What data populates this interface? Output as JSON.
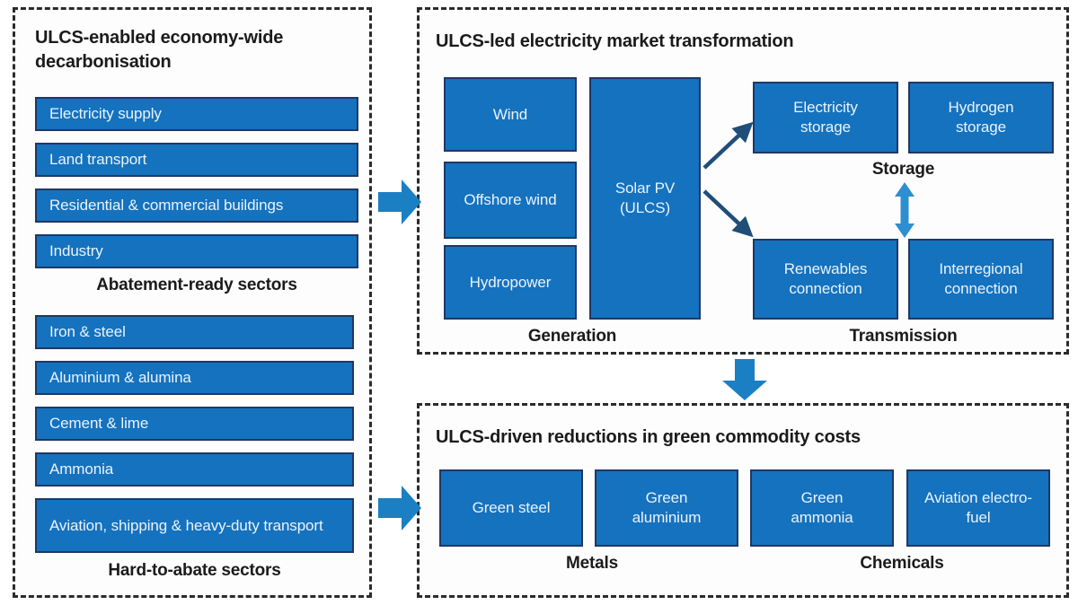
{
  "panels": {
    "left": {
      "title": "ULCS-enabled economy-wide decarbonisation",
      "groups": [
        {
          "caption": "Abatement-ready sectors",
          "items": [
            {
              "label": "Electricity supply"
            },
            {
              "label": "Land transport"
            },
            {
              "label": "Residential & commercial buildings"
            },
            {
              "label": "Industry"
            }
          ]
        },
        {
          "caption": "Hard-to-abate sectors",
          "items": [
            {
              "label": "Iron & steel"
            },
            {
              "label": "Aluminium & alumina"
            },
            {
              "label": "Cement & lime"
            },
            {
              "label": "Ammonia"
            },
            {
              "label": "Aviation, shipping & heavy-duty transport"
            }
          ]
        }
      ]
    },
    "market": {
      "title": "ULCS-led electricity market transformation",
      "generation": {
        "caption": "Generation",
        "items": [
          {
            "label": "Wind"
          },
          {
            "label": "Offshore wind"
          },
          {
            "label": "Hydropower"
          },
          {
            "label": "Solar PV (ULCS)"
          }
        ]
      },
      "storage": {
        "caption": "Storage",
        "items": [
          {
            "label": "Electricity storage"
          },
          {
            "label": "Hydrogen storage"
          }
        ]
      },
      "transmission": {
        "caption": "Transmission",
        "items": [
          {
            "label": "Renewables connection"
          },
          {
            "label": "Interregional connection"
          }
        ]
      }
    },
    "costs": {
      "title": "ULCS-driven reductions in green commodity costs",
      "groups": [
        {
          "caption": "Metals"
        },
        {
          "caption": "Chemicals"
        }
      ],
      "items": [
        {
          "label": "Green steel"
        },
        {
          "label": "Green aluminium"
        },
        {
          "label": "Green ammonia"
        },
        {
          "label": "Aviation electro-fuel"
        }
      ]
    }
  },
  "colors": {
    "box_fill": "#1572be",
    "box_border": "#1f3864",
    "arrow": "#1b7fc4",
    "arrow_dark": "#1f4e79",
    "panel_border": "#2b2b2b",
    "text_on_box": "#eaf3fb",
    "text_dark": "#1b1b1b"
  },
  "icons": {
    "connector_left_top": "right-arrow-icon",
    "connector_left_bottom": "right-arrow-icon",
    "connector_market_to_costs": "down-arrow-icon",
    "solar_to_storage": "diagonal-up-right-arrow-icon",
    "solar_to_transmission": "diagonal-down-right-arrow-icon",
    "storage_transmission_link": "bidirectional-vertical-arrow-icon"
  }
}
